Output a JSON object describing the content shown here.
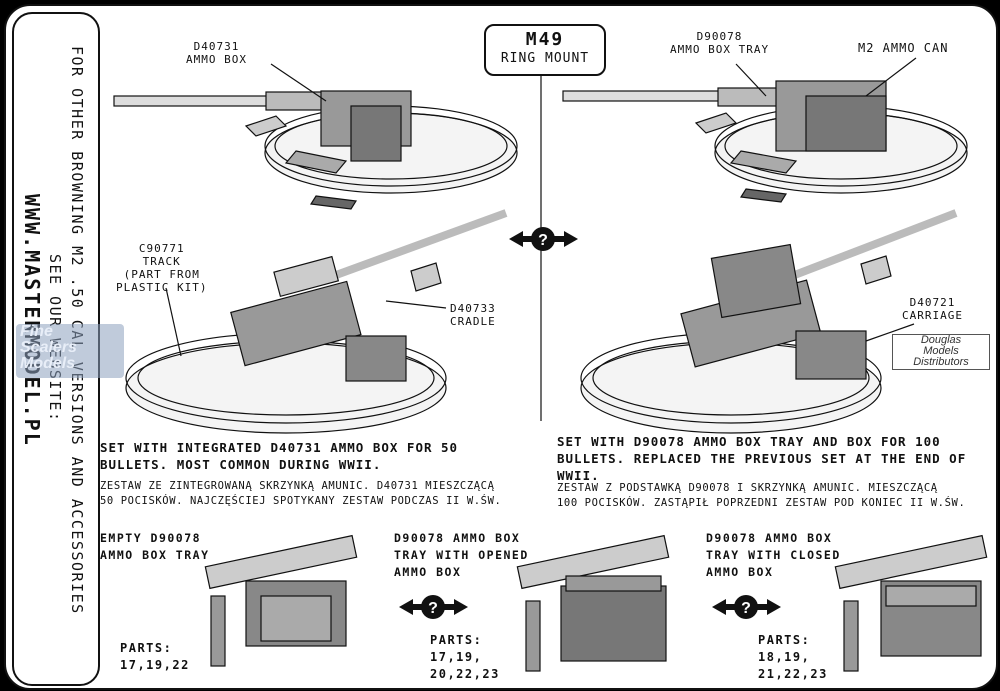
{
  "sidebar": {
    "line1": "FOR OTHER BROWNING M2 .50 CAL VERSIONS AND ACCESSORIES",
    "line2": "SEE OUR WEBSITE:",
    "website": "WWW.MASTERMODEL.PL"
  },
  "header": {
    "title": "M49",
    "subtitle": "RING MOUNT"
  },
  "callouts": {
    "ammo_box": [
      "D40731",
      "AMMO BOX"
    ],
    "ammo_box_tray": [
      "D90078",
      "AMMO BOX TRAY"
    ],
    "m2_ammo_can": "M2 AMMO CAN",
    "track": [
      "C90771",
      "TRACK",
      "(PART FROM",
      "PLASTIC KIT)"
    ],
    "cradle": [
      "D40733",
      "CRADLE"
    ],
    "carriage": [
      "D40721",
      "CARRIAGE"
    ]
  },
  "left_set": {
    "en_line1": "SET WITH INTEGRATED D40731 AMMO BOX FOR 50",
    "en_line2": "BULLETS. MOST COMMON DURING WWII.",
    "pl_line1": "ZESTAW ZE ZINTEGROWANĄ SKRZYNKĄ AMUNIC. D40731 MIESZCZĄCĄ",
    "pl_line2": "50 POCISKÓW. NAJCZĘŚCIEJ SPOTYKANY ZESTAW PODCZAS II W.ŚW."
  },
  "right_set": {
    "en_line1": "SET WITH D90078 AMMO BOX TRAY AND BOX FOR 100",
    "en_line2": "BULLETS. REPLACED THE PREVIOUS SET AT THE END OF",
    "en_line3": "WWII.",
    "pl_line1": "ZESTAW Z PODSTAWKĄ D90078 I SKRZYNKĄ AMUNIC. MIESZCZĄCĄ",
    "pl_line2": "100 POCISKÓW. ZASTĄPIŁ POPRZEDNI ZESTAW POD KONIEC II W.ŚW."
  },
  "bottom": {
    "empty": {
      "line1": "EMPTY D90078",
      "line2": "AMMO BOX TRAY",
      "parts_label": "PARTS:",
      "parts1": "17,19,22"
    },
    "opened": {
      "line1": "D90078 AMMO BOX",
      "line2": "TRAY WITH OPENED",
      "line3": "AMMO BOX",
      "parts_label": "PARTS:",
      "parts1": "17,19,",
      "parts2": "20,22,23"
    },
    "closed": {
      "line1": "D90078 AMMO BOX",
      "line2": "TRAY WITH CLOSED",
      "line3": "AMMO BOX",
      "parts_label": "PARTS:",
      "parts1": "18,19,",
      "parts2": "21,22,23"
    }
  },
  "watermarks": {
    "left": [
      "Fine",
      "Scalers",
      "Models"
    ],
    "right": [
      "Douglas",
      "Models",
      "Distributors"
    ]
  },
  "icons": [
    "double-arrow-question-icon"
  ]
}
